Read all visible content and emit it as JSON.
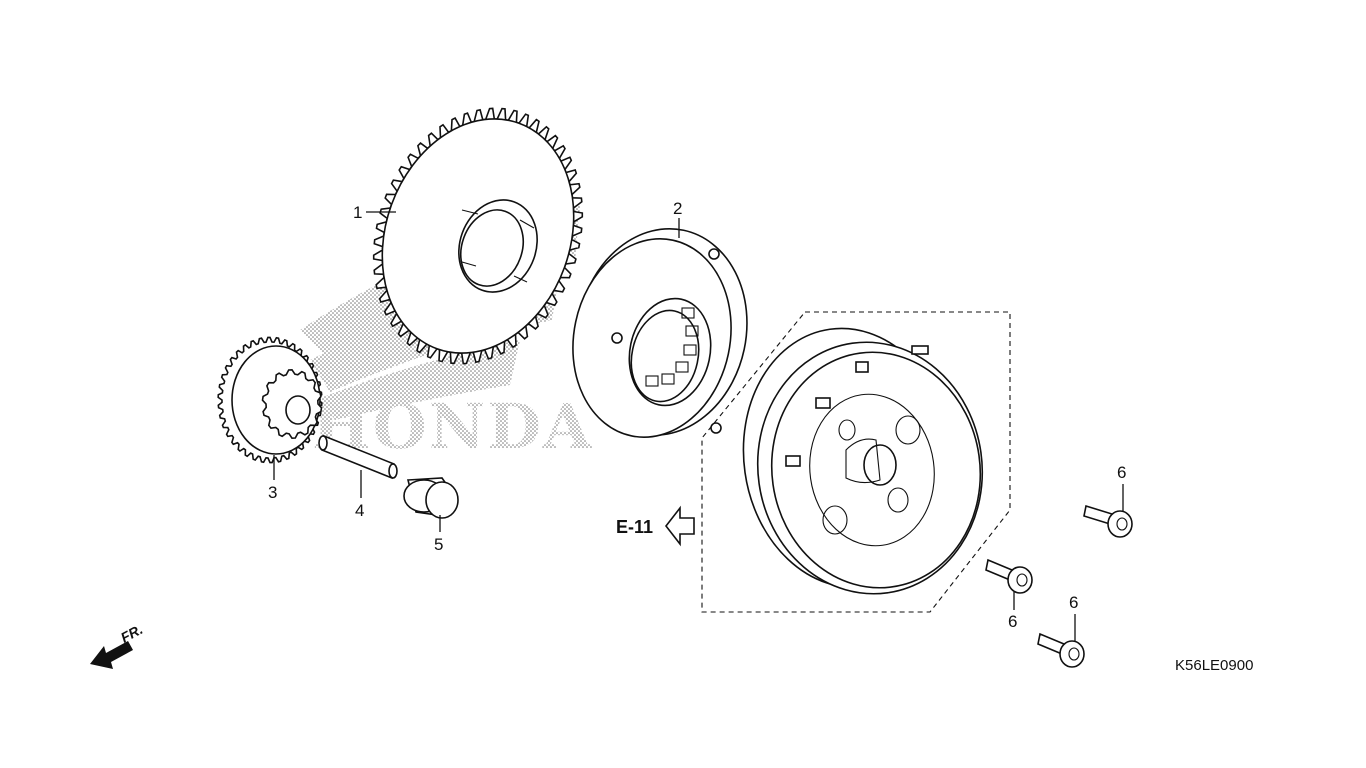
{
  "diagram": {
    "code": "K56LE0900",
    "reference": "E-11",
    "direction": "FR.",
    "watermark": "HONDA",
    "callouts": [
      {
        "id": "callout-1",
        "text": "1"
      },
      {
        "id": "callout-2",
        "text": "2"
      },
      {
        "id": "callout-3",
        "text": "3"
      },
      {
        "id": "callout-4",
        "text": "4"
      },
      {
        "id": "callout-5",
        "text": "5"
      },
      {
        "id": "callout-6a",
        "text": "6"
      },
      {
        "id": "callout-6b",
        "text": "6"
      },
      {
        "id": "callout-6c",
        "text": "6"
      }
    ]
  }
}
